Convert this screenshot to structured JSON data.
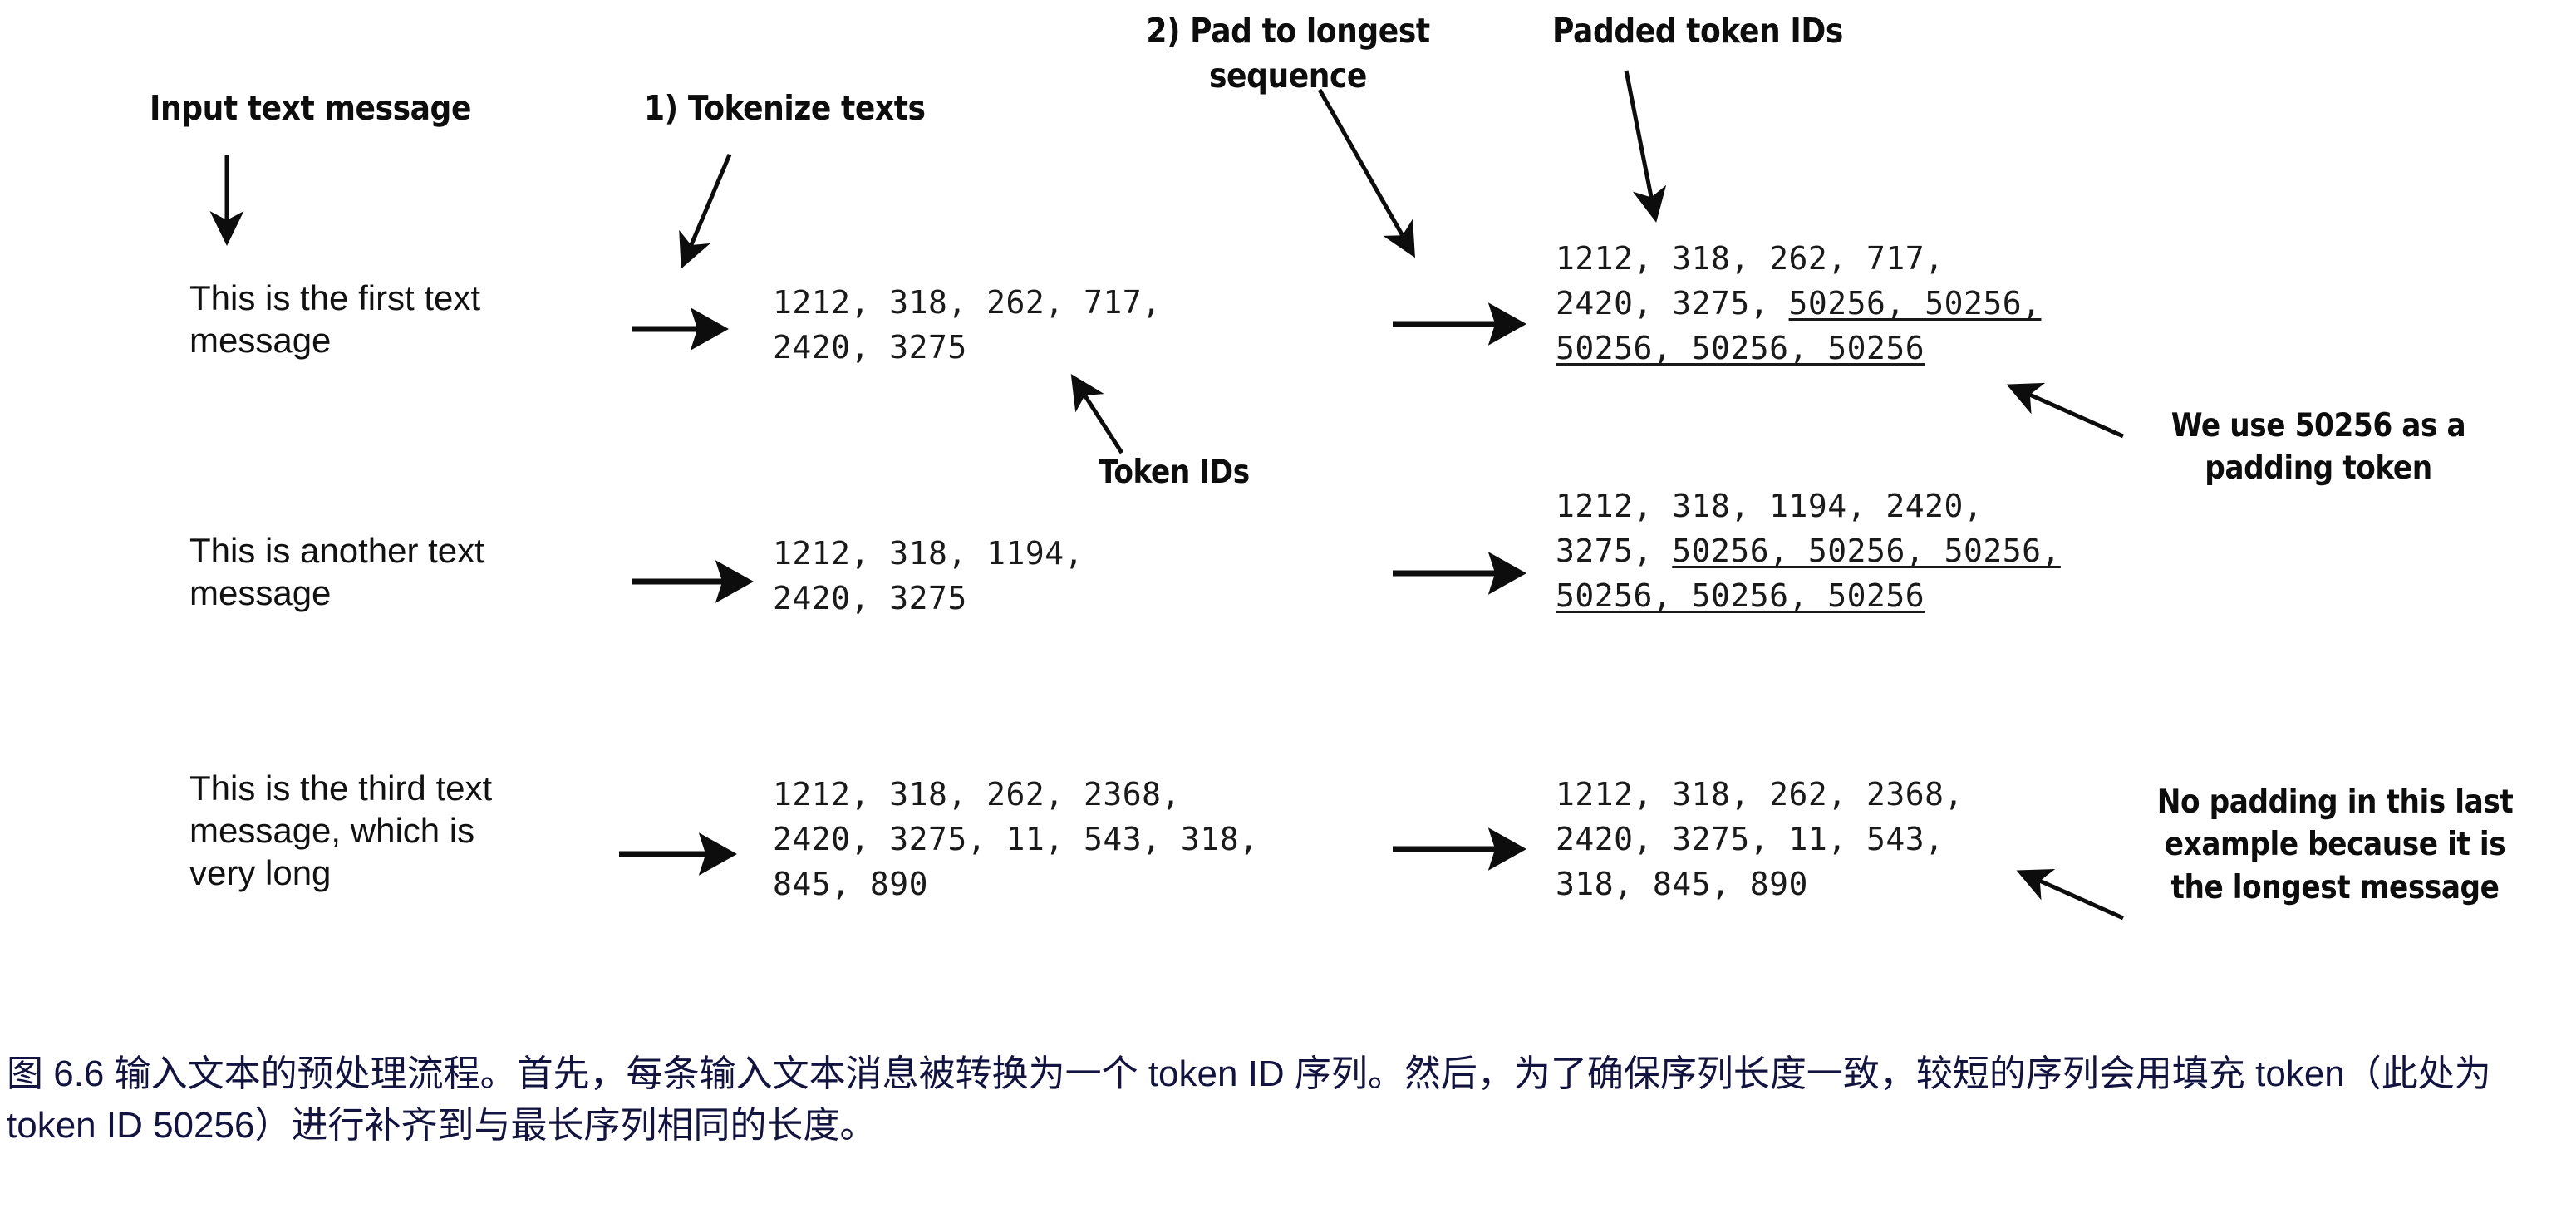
{
  "figure": {
    "headings": [
      {
        "id": "input-text-message",
        "label": "Input text message"
      },
      {
        "id": "tokenize-texts",
        "label": "1) Tokenize texts"
      },
      {
        "id": "pad-to-longest",
        "label": "2) Pad to longest\nsequence"
      },
      {
        "id": "padded-token-ids",
        "label": "Padded token IDs"
      }
    ],
    "callouts": [
      {
        "id": "token-ids",
        "label": "Token IDs"
      },
      {
        "id": "padding-token",
        "label": "We use 50256 as a\npadding token"
      },
      {
        "id": "no-padding",
        "label": "No padding in this last\nexample because it is\nthe longest message"
      }
    ],
    "rows": [
      {
        "message": "This is the first text\nmessage",
        "token_ids": "1212, 318, 262, 717,\n2420, 3275",
        "padded_prefix": "1212, 318, 262, 717,\n2420, 3275, ",
        "padded_pad_a": "50256, 50256,",
        "padded_pad_b": "50256, 50256, 50256"
      },
      {
        "message": "This is another text\nmessage",
        "token_ids": "1212, 318, 1194,\n2420, 3275",
        "padded_prefix": "1212, 318, 1194, 2420,\n3275, ",
        "padded_pad_a": "50256, 50256, 50256,",
        "padded_pad_b": "50256, 50256, 50256"
      },
      {
        "message": "This is the third text\nmessage, which is\nvery long",
        "token_ids": "1212, 318, 262, 2368,\n2420, 3275, 11, 543, 318,\n845, 890",
        "padded_prefix": "1212, 318, 262, 2368,\n2420, 3275, 11, 543,\n318, 845, 890",
        "padded_pad_a": "",
        "padded_pad_b": ""
      }
    ],
    "caption": "图 6.6 输入文本的预处理流程。首先，每条输入文本消息被转换为一个 token ID 序列。然后，为了确保序列长度一致，较短的序列会用填充 token（此处为 token ID 50256）进行补齐到与最长序列相同的长度。",
    "colors": {
      "ink": "#0d0d0d",
      "caption": "#131340",
      "background": "#ffffff"
    }
  }
}
